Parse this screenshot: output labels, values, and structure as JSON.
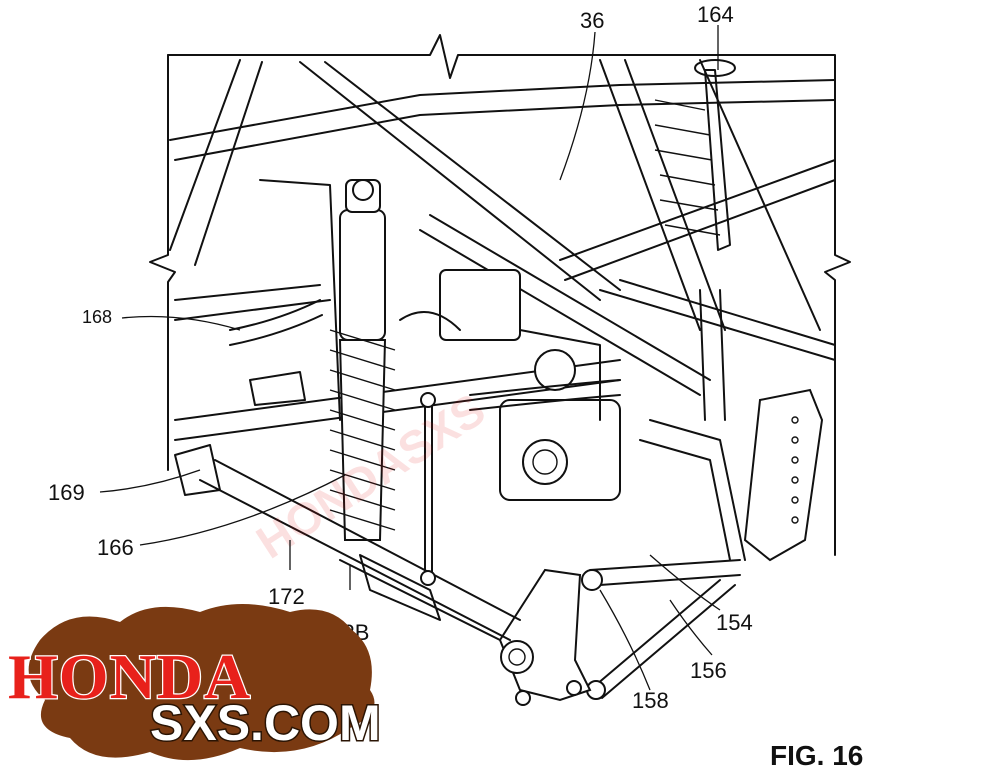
{
  "figure": {
    "caption": "FIG. 16",
    "reference_numerals": {
      "r36": "36",
      "r164": "164",
      "r168": "168",
      "r169": "169",
      "r166": "166",
      "r172": "172",
      "r172b": "172B",
      "r154": "154",
      "r156": "156",
      "r158": "158"
    }
  },
  "logo": {
    "line1": "HONDA",
    "line2": "SXS.COM",
    "colors": {
      "splat": "#7a3a12",
      "text_red": "#e8211b"
    }
  },
  "watermark": {
    "text": "HONDASXS",
    "color": "#e21b1b"
  }
}
